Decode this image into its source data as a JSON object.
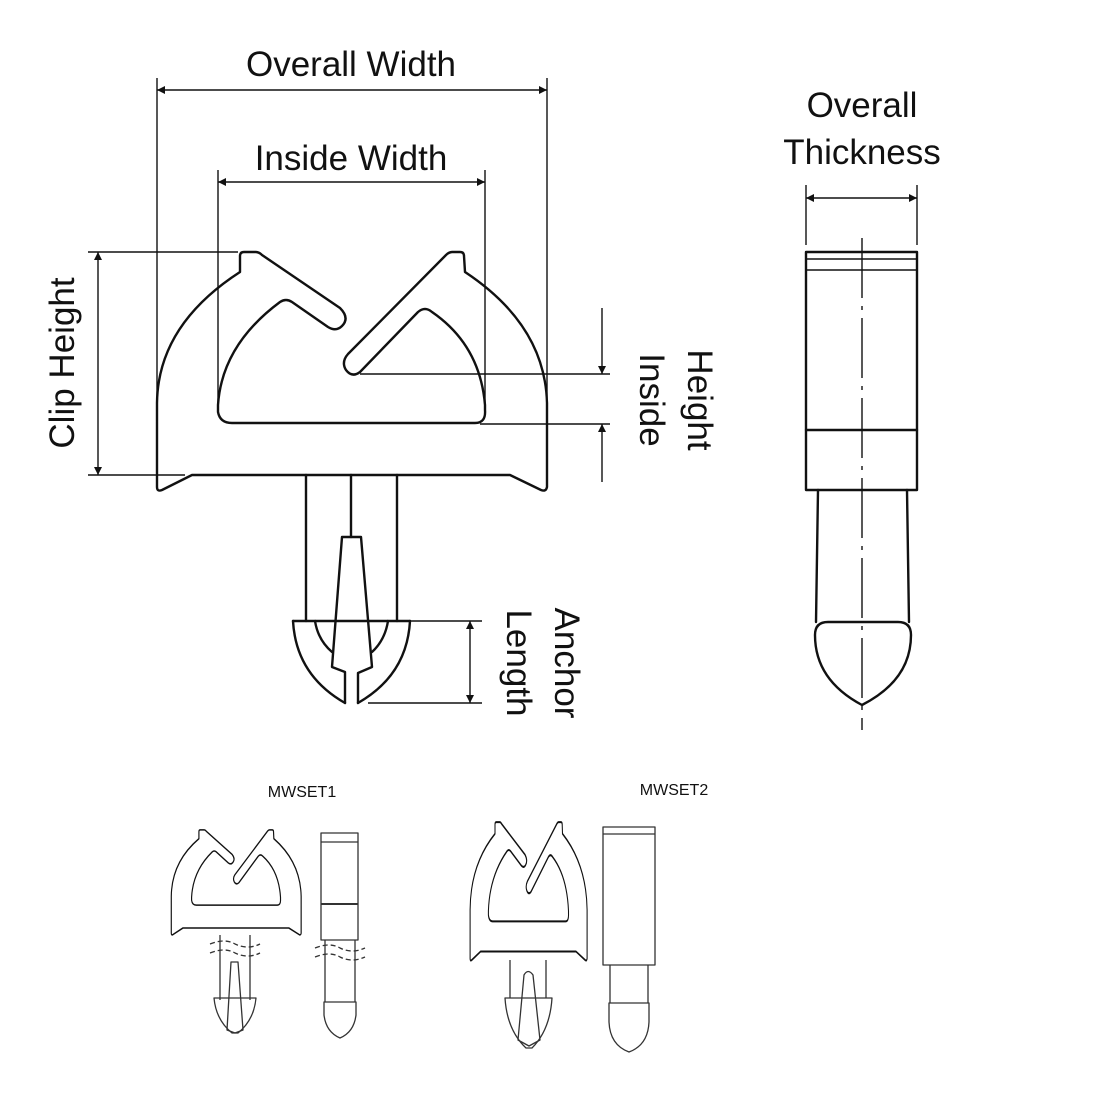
{
  "labels": {
    "overall_width": "Overall Width",
    "inside_width": "Inside Width",
    "clip_height": "Clip Height",
    "inside_height_1": "Inside",
    "inside_height_2": "Height",
    "anchor_length_1": "Anchor",
    "anchor_length_2": "Length",
    "overall_thickness_1": "Overall",
    "overall_thickness_2": "Thickness"
  },
  "variants": [
    {
      "name": "MWSET1"
    },
    {
      "name": "MWSET2"
    }
  ]
}
